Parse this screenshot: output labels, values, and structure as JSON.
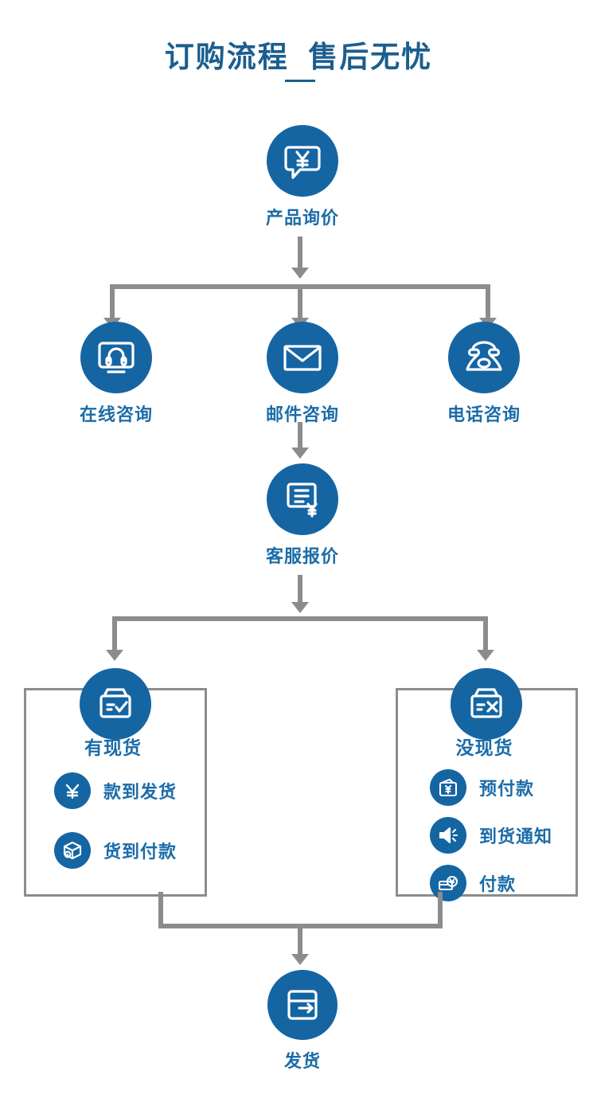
{
  "page": {
    "title_text": "订购流程  售后无忧",
    "accent_blue": "#1565A3",
    "label_blue": "#1B6CA8",
    "title_blue": "#1B5E8E",
    "connector_gray": "#8c8c8c"
  },
  "flow": {
    "start": {
      "label": "产品询价",
      "icon": "chat-bubble-yen-icon"
    },
    "contact_options": [
      {
        "label": "在线咨询",
        "icon": "monitor-headset-icon"
      },
      {
        "label": "邮件咨询",
        "icon": "envelope-icon"
      },
      {
        "label": "电话咨询",
        "icon": "telephone-icon"
      }
    ],
    "quote": {
      "label": "客服报价",
      "icon": "document-yen-icon"
    },
    "stock_branches": [
      {
        "label": "有现货",
        "icon": "box-check-icon",
        "items": [
          {
            "label": "款到发货",
            "icon": "yen-icon"
          },
          {
            "label": "货到付款",
            "icon": "parcel-icon"
          }
        ]
      },
      {
        "label": "没现货",
        "icon": "box-cross-icon",
        "items": [
          {
            "label": "预付款",
            "icon": "wallet-yen-icon"
          },
          {
            "label": "到货通知",
            "icon": "speaker-icon"
          },
          {
            "label": "付款",
            "icon": "card-yen-icon"
          }
        ]
      }
    ],
    "end": {
      "label": "发货",
      "icon": "box-arrow-right-icon"
    }
  }
}
